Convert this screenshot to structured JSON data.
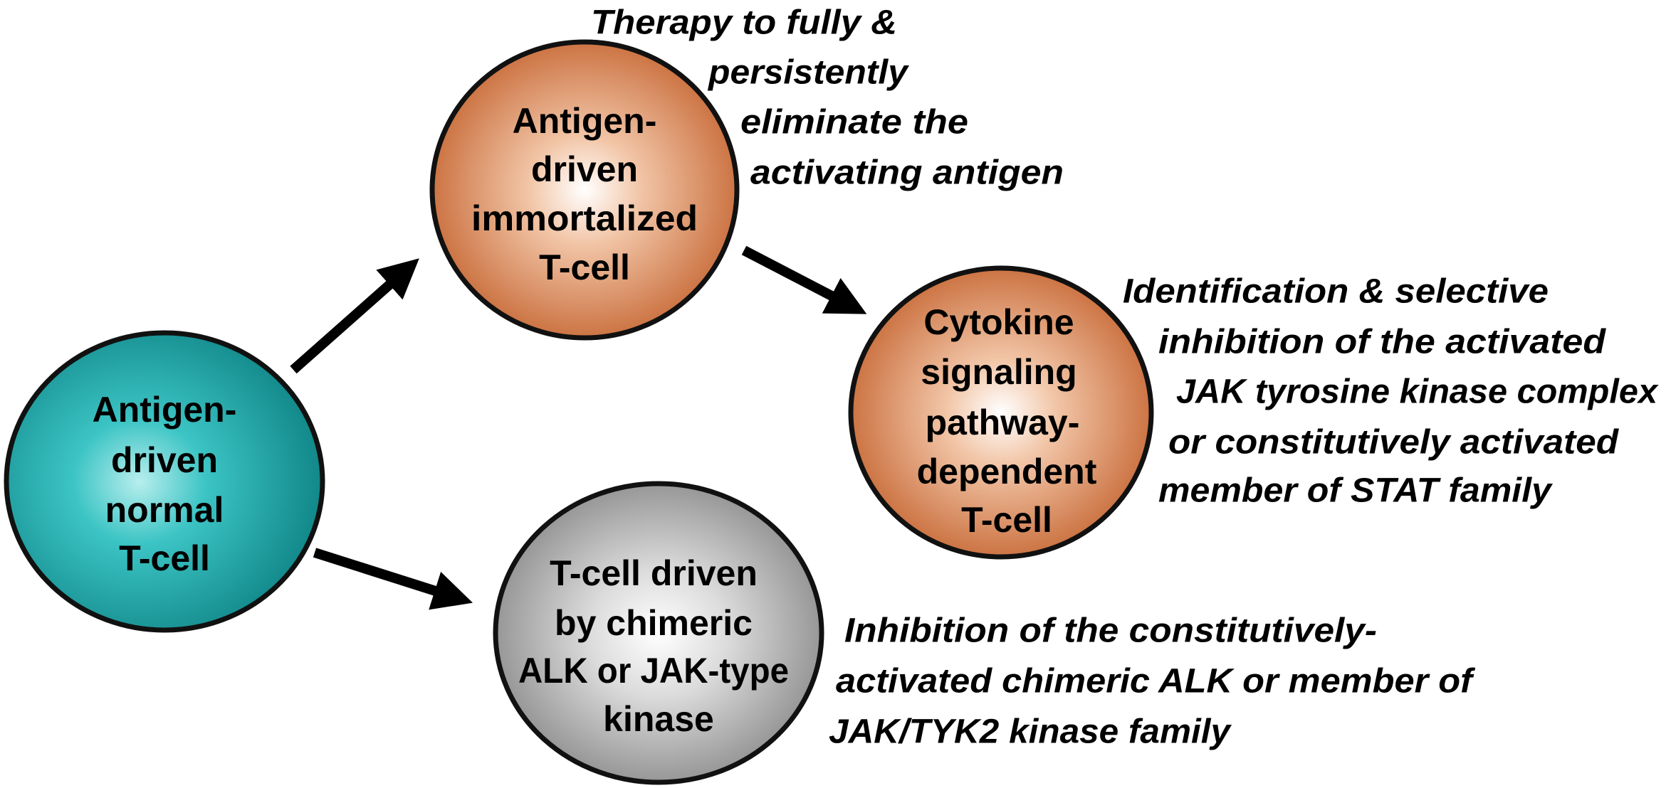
{
  "colors": {
    "normal_cell": "#1a9fa0",
    "immortalized_cell": "#c7652f",
    "cytokine_cell": "#c7652f",
    "chimeric_cell": "#8e8e8e",
    "outline": "#111111",
    "arrow": "#000000"
  },
  "nodes": {
    "normal": {
      "lines": [
        "Antigen-",
        "driven",
        "normal",
        "T-cell"
      ]
    },
    "immortalized": {
      "lines": [
        "Antigen-",
        "driven",
        "immortalized",
        "T-cell"
      ]
    },
    "cytokine": {
      "lines": [
        "Cytokine",
        "signaling",
        "pathway-",
        "dependent",
        "T-cell"
      ]
    },
    "chimeric": {
      "lines": [
        "T-cell driven",
        "by chimeric",
        "ALK or JAK-type",
        "kinase"
      ]
    }
  },
  "notes": {
    "therapy": {
      "lines": [
        "Therapy to fully &",
        "persistently",
        "eliminate the",
        "activating antigen"
      ]
    },
    "identification": {
      "lines": [
        "Identification & selective",
        "inhibition of the activated",
        "JAK tyrosine kinase complex",
        "or constitutively activated",
        "member of STAT family"
      ]
    },
    "inhibition": {
      "lines": [
        "Inhibition of the constitutively-",
        "activated chimeric ALK or member of",
        "JAK/TYK2 kinase family"
      ]
    }
  }
}
